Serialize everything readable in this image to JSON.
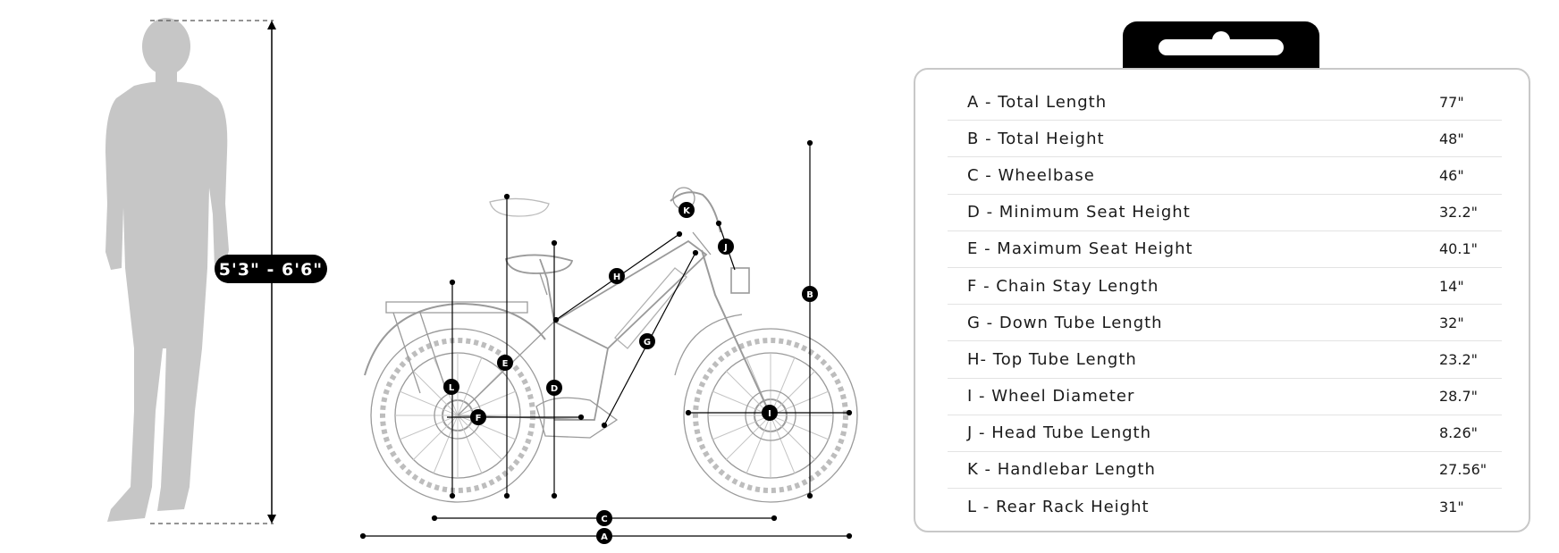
{
  "rider": {
    "height_range": "5'3\" - 6'6\""
  },
  "markers": [
    "A",
    "B",
    "C",
    "D",
    "E",
    "F",
    "G",
    "H",
    "I",
    "J",
    "K",
    "L"
  ],
  "specs": [
    {
      "label": "A - Total Length",
      "value": "77\""
    },
    {
      "label": "B - Total Height",
      "value": "48\""
    },
    {
      "label": "C - Wheelbase",
      "value": "46\""
    },
    {
      "label": "D - Minimum Seat Height",
      "value": "32.2\""
    },
    {
      "label": "E - Maximum Seat Height",
      "value": "40.1\""
    },
    {
      "label": "F - Chain Stay Length",
      "value": "14\""
    },
    {
      "label": "G - Down Tube Length",
      "value": "32\""
    },
    {
      "label": "H- Top Tube Length",
      "value": "23.2\""
    },
    {
      "label": "I - Wheel Diameter",
      "value": "28.7\""
    },
    {
      "label": "J - Head Tube Length",
      "value": "8.26\""
    },
    {
      "label": "K - Handlebar Length",
      "value": "27.56\""
    },
    {
      "label": "L - Rear Rack Height",
      "value": "31\""
    }
  ]
}
